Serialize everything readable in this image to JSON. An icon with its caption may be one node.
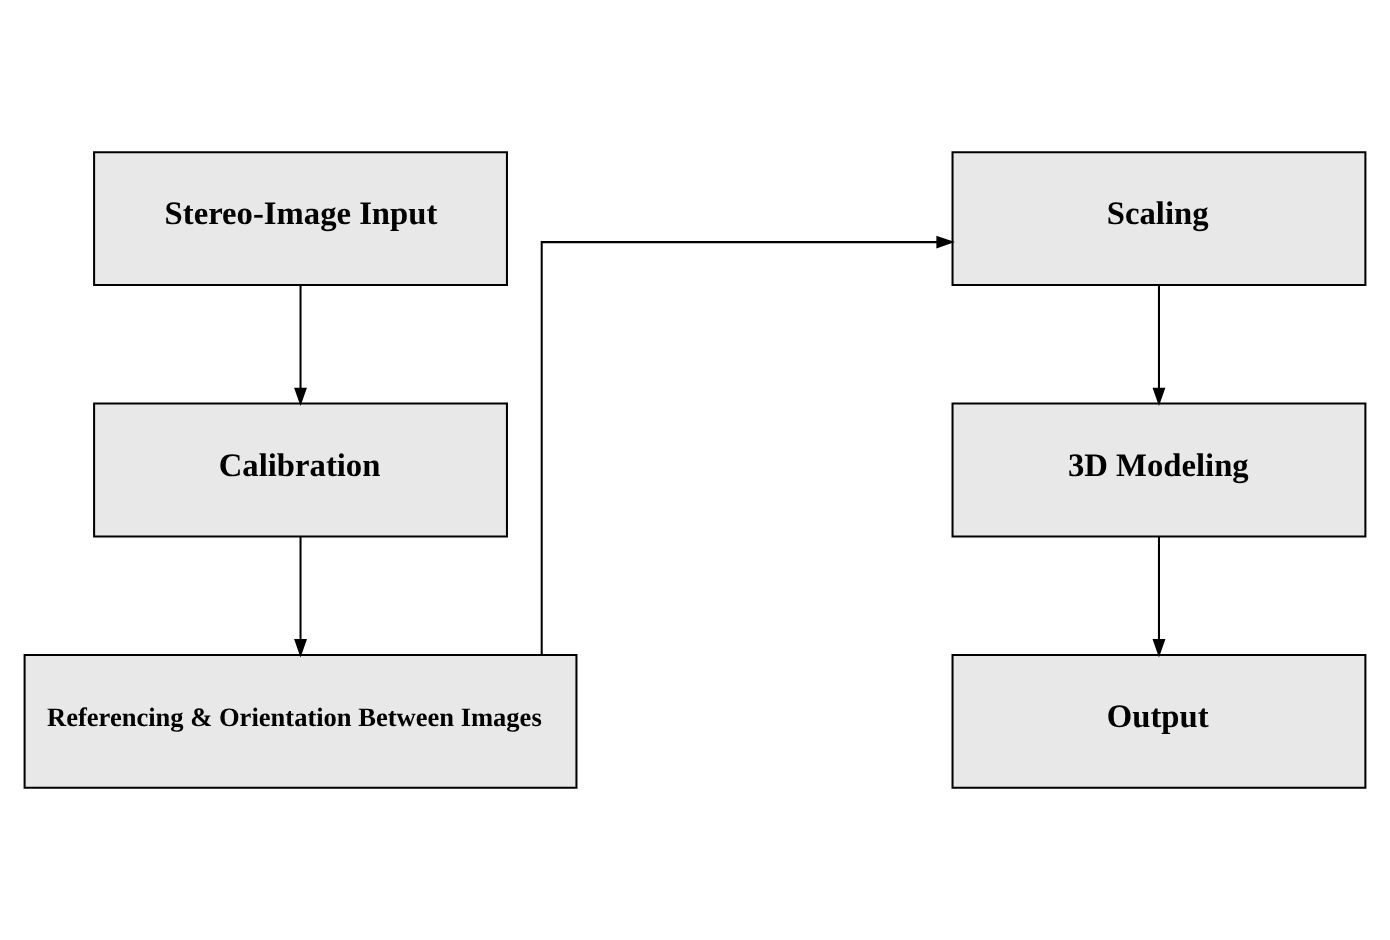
{
  "diagram": {
    "nodes": [
      {
        "text": [
          "Stereo-Image Input"
        ]
      },
      {
        "text": [
          "Calibration"
        ]
      },
      {
        "text": [
          "Referencing & Orientation Between Images"
        ]
      },
      {
        "text": [
          "Scaling"
        ]
      },
      {
        "text": [
          "3D Modeling"
        ]
      },
      {
        "text": [
          "Output"
        ]
      }
    ],
    "edges": [
      {
        "from": 0,
        "to": 1,
        "arrow": "to"
      },
      {
        "from": 1,
        "to": 2,
        "arrow": "to"
      },
      {
        "from": 2,
        "to": 3,
        "arrow": "to"
      },
      {
        "from": 3,
        "to": 4,
        "arrow": "to"
      },
      {
        "from": 4,
        "to": 5,
        "arrow": "to"
      }
    ]
  }
}
